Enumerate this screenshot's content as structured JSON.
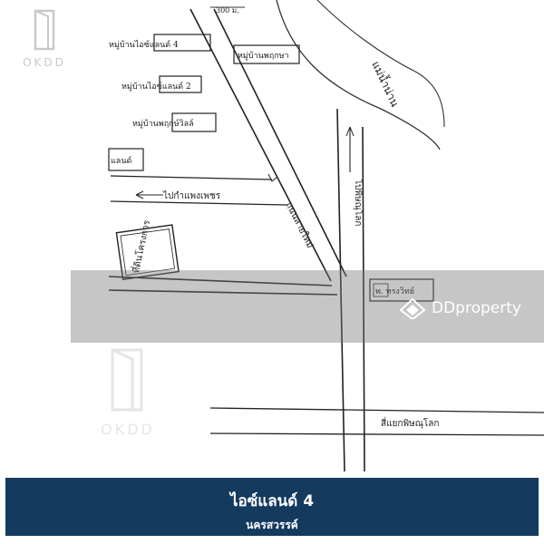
{
  "map": {
    "labels": {
      "distance": "300 ม.",
      "place_ice4": "หมู่บ้านไอซ์แลนด์ 4",
      "place_village2": "หมู่บ้านไอซ์แลนด์ 2",
      "place_top": "หมู่บ้านพฤกษา",
      "place_third": "หมู่บ้านพฤกษ์วิลล์",
      "place_left": "แลนด์",
      "road_left": "ไปกำแพงเพชร",
      "road_diag": "ถนนสายใหม่",
      "road_vert": "ไปพิษณุโลก",
      "site": "ที่ดินโครงการ",
      "junction_box": "พ. ทรงวิทย์",
      "bottom_junction": "สี่แยกพิษณุโลก",
      "river_text": "แม่น้ำน่าน"
    }
  },
  "overlay": {
    "brand": "DDproperty",
    "okdd": "OKDD"
  },
  "caption": {
    "title": "ไอซ์แลนด์ 4",
    "subtitle": "นครสวรรค์"
  }
}
